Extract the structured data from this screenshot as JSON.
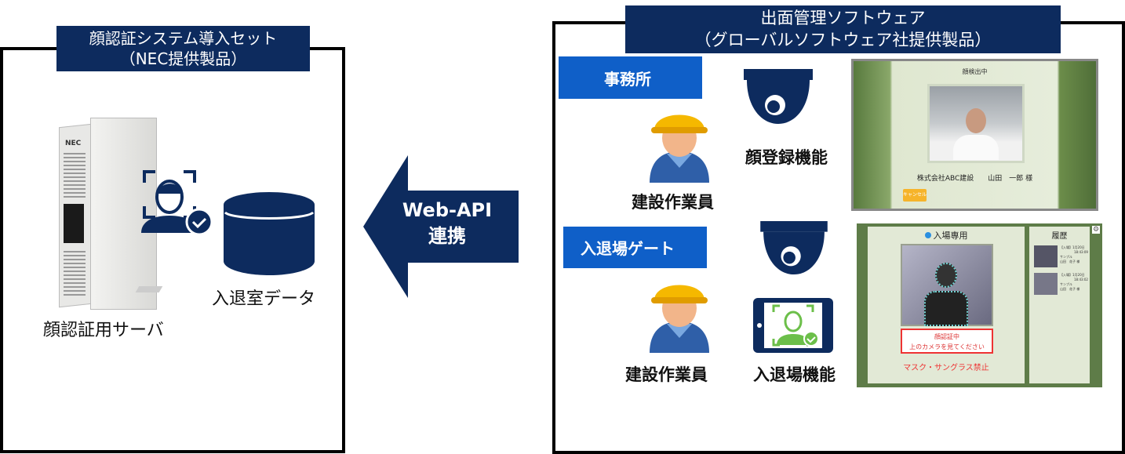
{
  "left_panel": {
    "title_line1": "顔認証システム導入セット",
    "title_line2": "（NEC提供製品）",
    "server_logo": "NEC",
    "server_label": "顔認証用サーバ",
    "database_label": "入退室データ"
  },
  "arrow": {
    "line1": "Web-API",
    "line2": "連携"
  },
  "right_panel": {
    "title_line1": "出面管理ソフトウェア",
    "title_line2": "（グローバルソフトウェア社提供製品）",
    "office": {
      "label": "事務所",
      "worker_label": "建設作業員",
      "function_label": "顔登録機能",
      "screen": {
        "status": "顔検出中",
        "name_line": "株式会社ABC建設　　山田　一郎 様",
        "cancel_button": "キャンセル"
      }
    },
    "gate": {
      "label": "入退場ゲート",
      "worker_label": "建設作業員",
      "function_label": "入退場機能",
      "screen": {
        "mode": "入場専用",
        "message_line1": "顔認証中",
        "message_line2": "上のカメラを見てください",
        "warning": "マスク・サングラス禁止",
        "history_title": "履歴",
        "history": [
          {
            "event": "【入場】1月20日",
            "time": "18:43:09",
            "company": "サンプル",
            "name": "山田　花子 様"
          },
          {
            "event": "【入場】1月20日",
            "time": "18:43:02",
            "company": "サンプル",
            "name": "山田　花子 様"
          }
        ]
      }
    }
  },
  "colors": {
    "navy": "#0d2b5e",
    "blue": "#0f5fc8",
    "green_icon": "#6cbf4a",
    "helmet": "#f5b800"
  }
}
